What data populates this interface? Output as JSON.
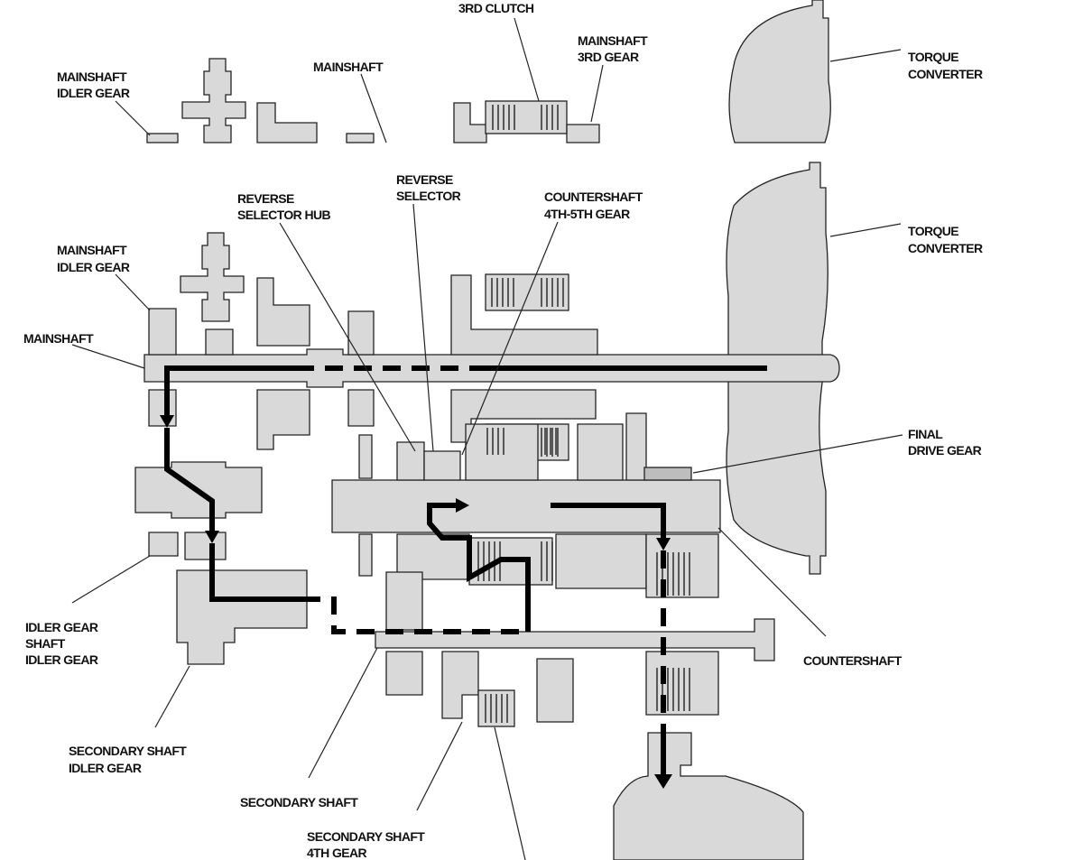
{
  "colors": {
    "part_fill": "#d9d9d9",
    "line": "#222222",
    "flow": "#000000",
    "background": "#ffffff"
  },
  "labels": {
    "third_clutch": "3RD CLUTCH",
    "mainshaft_3rd_gear_l1": "MAINSHAFT",
    "mainshaft_3rd_gear_l2": "3RD GEAR",
    "mainshaft_top": "MAINSHAFT",
    "mainshaft_idler_gear_top_l1": "MAINSHAFT",
    "mainshaft_idler_gear_top_l2": "IDLER GEAR",
    "torque_converter_top_l1": "TORQUE",
    "torque_converter_top_l2": "CONVERTER",
    "reverse_selector_hub_l1": "REVERSE",
    "reverse_selector_hub_l2": "SELECTOR HUB",
    "reverse_selector_l1": "REVERSE",
    "reverse_selector_l2": "SELECTOR",
    "countershaft_4th5th_l1": "COUNTERSHAFT",
    "countershaft_4th5th_l2": "4TH-5TH GEAR",
    "torque_converter_l1": "TORQUE",
    "torque_converter_l2": "CONVERTER",
    "mainshaft_idler_gear_l1": "MAINSHAFT",
    "mainshaft_idler_gear_l2": "IDLER GEAR",
    "mainshaft": "MAINSHAFT",
    "final_drive_gear_l1": "FINAL",
    "final_drive_gear_l2": "DRIVE GEAR",
    "idler_gear_shaft_l1": "IDLER GEAR",
    "idler_gear_shaft_l2": "SHAFT",
    "idler_gear_shaft_l3": "IDLER GEAR",
    "countershaft": "COUNTERSHAFT",
    "secondary_shaft_idler_gear_l1": "SECONDARY SHAFT",
    "secondary_shaft_idler_gear_l2": "IDLER GEAR",
    "secondary_shaft": "SECONDARY SHAFT",
    "secondary_shaft_4th_gear_l1": "SECONDARY SHAFT",
    "secondary_shaft_4th_gear_l2": "4TH GEAR"
  }
}
